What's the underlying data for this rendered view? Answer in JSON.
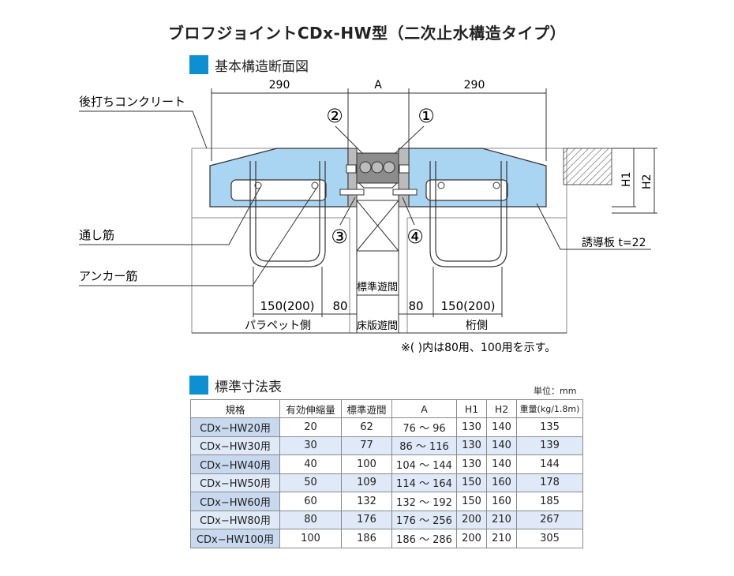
{
  "title": "ブロフジョイントCDx-HW型（二次止水構造タイプ）",
  "section1": {
    "label": "基本構造断面図"
  },
  "section2": {
    "label": "標準寸法表"
  },
  "diagram": {
    "dim_top_left": "290",
    "dim_top_mid": "A",
    "dim_top_right": "290",
    "label_concrete": "後打ちコンクリート",
    "label_through_bar": "通し筋",
    "label_anchor_bar": "アンカー筋",
    "label_guide_plate": "誘導板 t=22",
    "callout_1": "①",
    "callout_2": "②",
    "callout_3": "③",
    "callout_4": "④",
    "dim_h1": "H1",
    "dim_h2": "H2",
    "label_std_gap": "標準遊間",
    "dim_left_150": "150(200)",
    "dim_left_80": "80",
    "dim_right_80": "80",
    "dim_right_150": "150(200)",
    "label_parapet_side": "パラペット側",
    "label_slab_gap": "床版遊間",
    "label_girder_side": "桁側",
    "footnote": "※( )内は80用、100用を示す。",
    "colors": {
      "accent": "#0c90d2",
      "fill": "#a9d4f2",
      "line": "#333333"
    }
  },
  "table": {
    "unit": "単位：mm",
    "headers": [
      "規格",
      "有効伸縮量",
      "標準遊間",
      "A",
      "H1",
      "H2",
      "重量(kg/1.8m)"
    ],
    "rows": [
      [
        "CDx−HW20用",
        "20",
        "62",
        "76 ～ 96",
        "130",
        "140",
        "135"
      ],
      [
        "CDx−HW30用",
        "30",
        "77",
        "86 ～ 116",
        "130",
        "140",
        "139"
      ],
      [
        "CDx−HW40用",
        "40",
        "100",
        "104 ～ 144",
        "130",
        "140",
        "144"
      ],
      [
        "CDx−HW50用",
        "50",
        "109",
        "114 ～ 164",
        "150",
        "160",
        "178"
      ],
      [
        "CDx−HW60用",
        "60",
        "132",
        "132 ～ 192",
        "150",
        "160",
        "185"
      ],
      [
        "CDx−HW80用",
        "80",
        "176",
        "176 ～ 256",
        "200",
        "210",
        "267"
      ],
      [
        "CDx−HW100用",
        "100",
        "186",
        "186 ～ 286",
        "200",
        "210",
        "305"
      ]
    ]
  }
}
